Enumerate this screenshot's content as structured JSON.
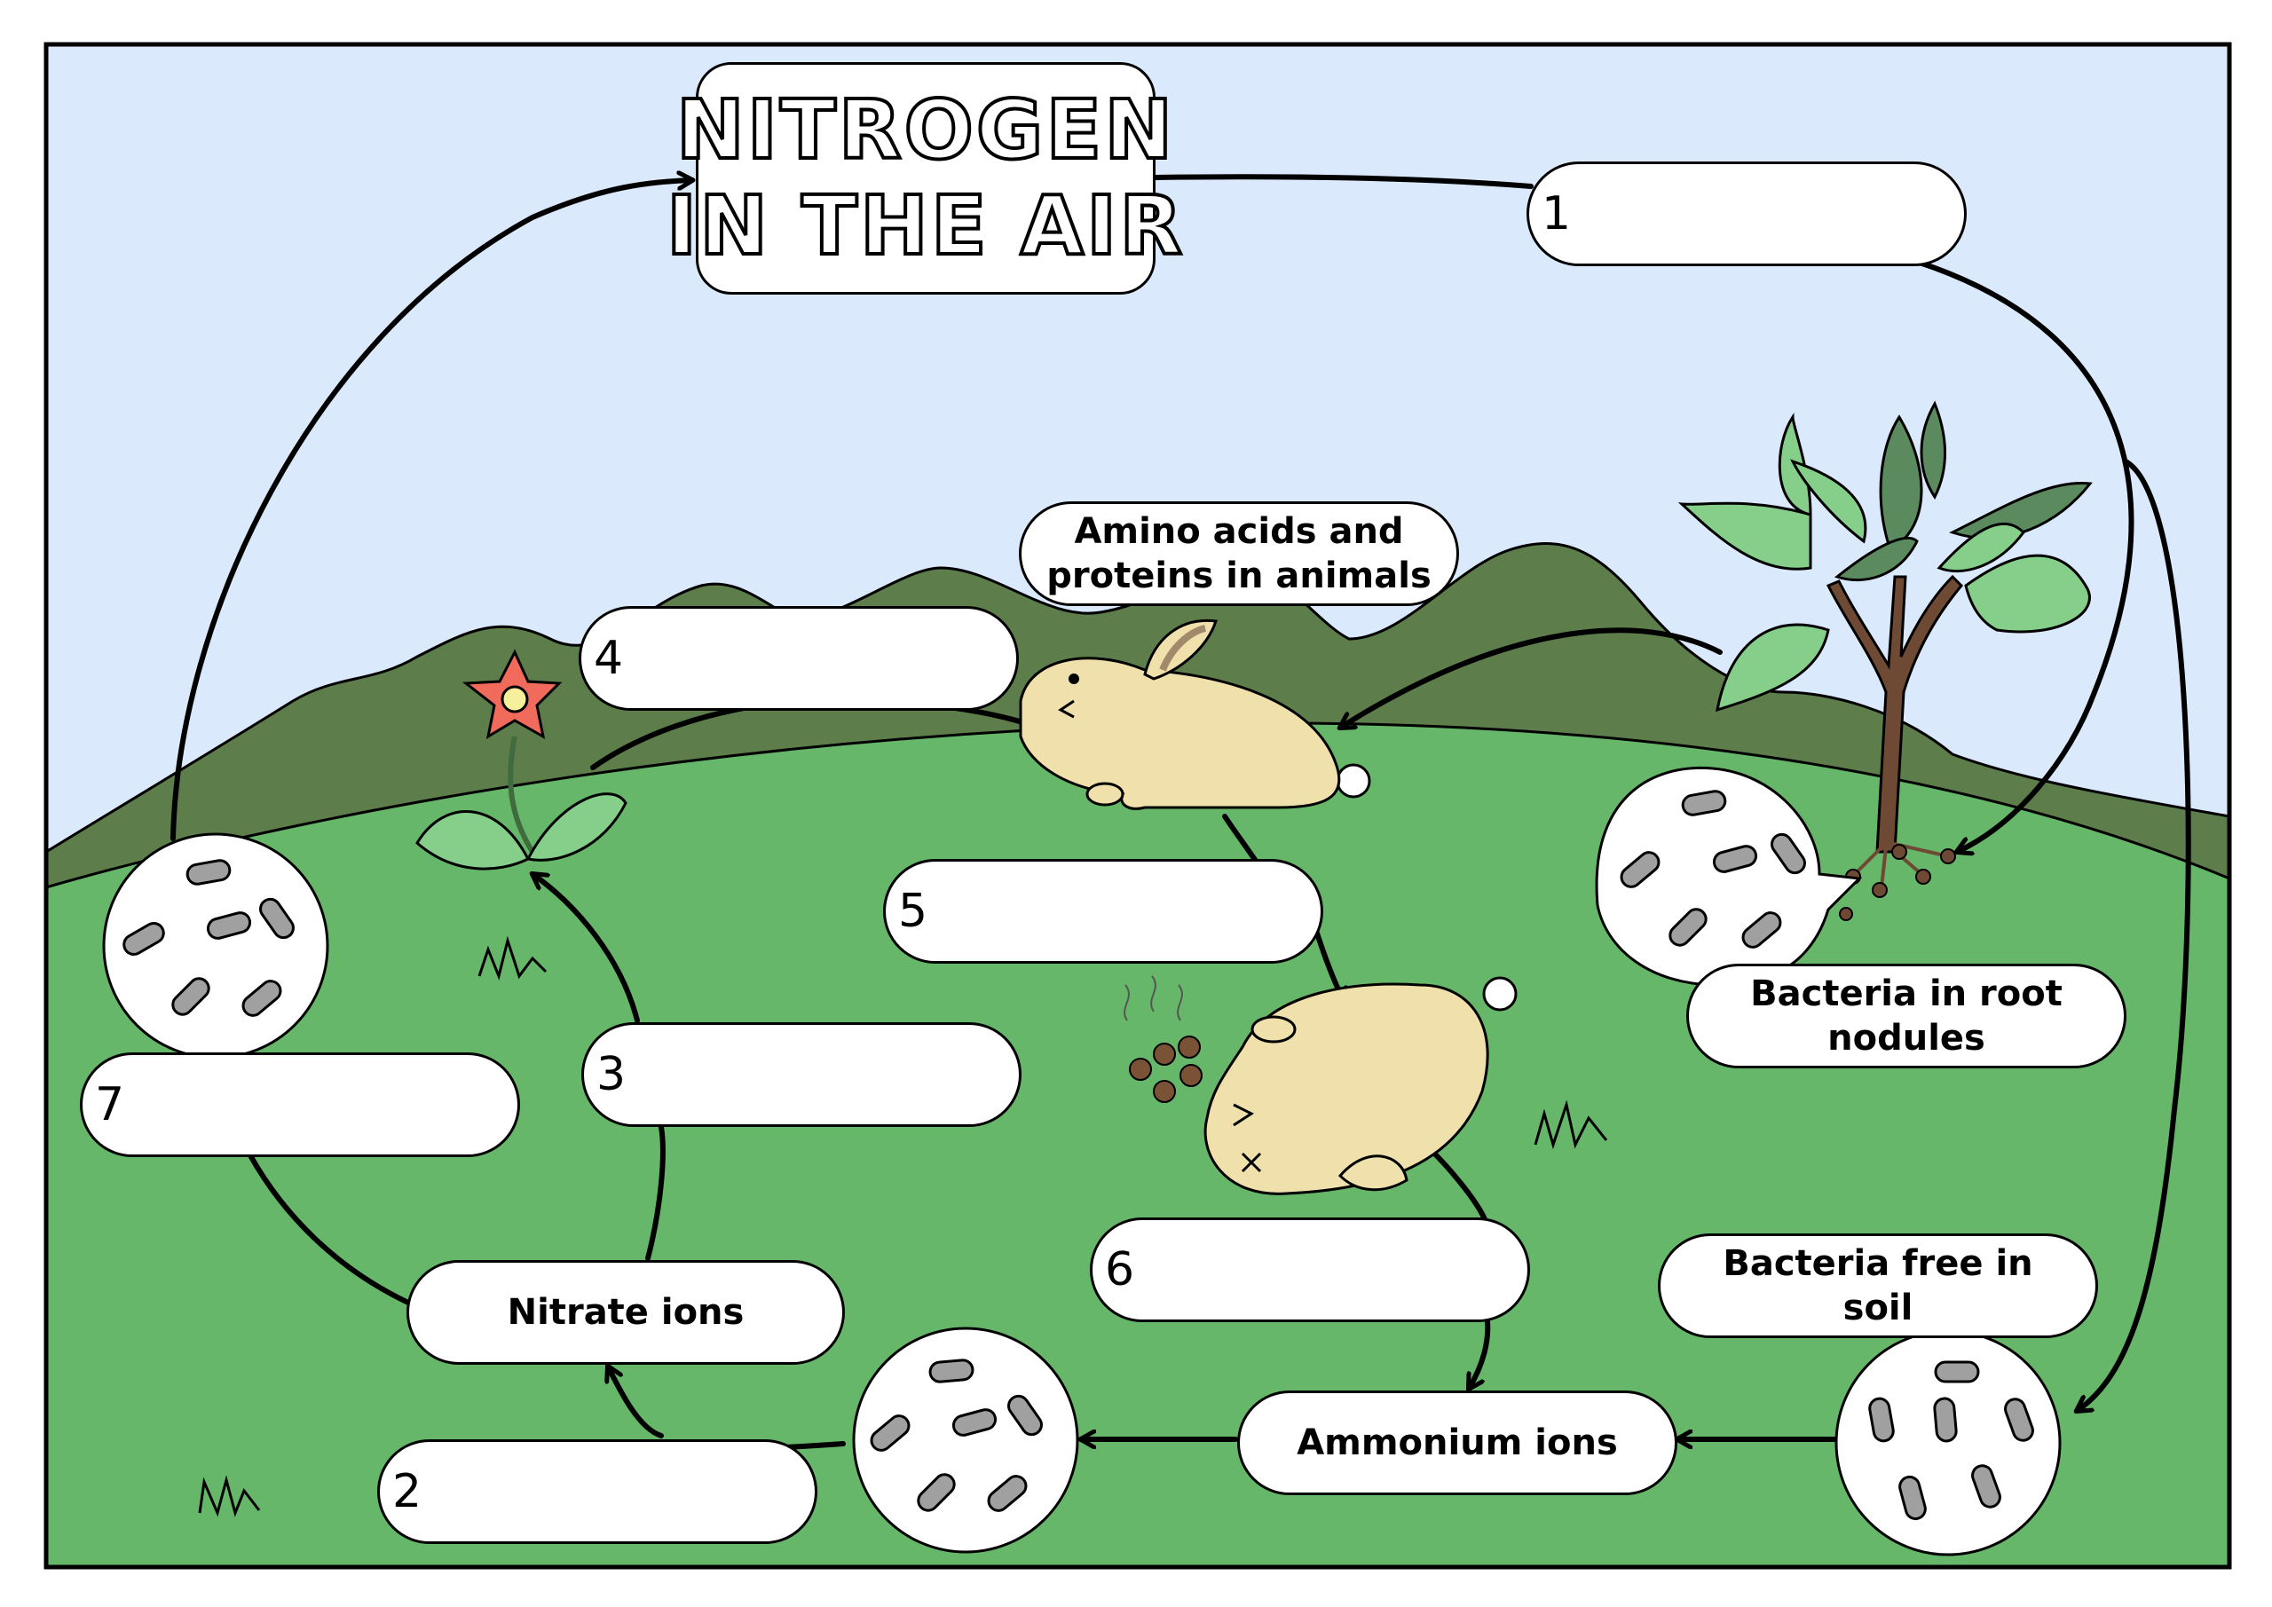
{
  "title": {
    "line1": "NITROGEN",
    "line2": "IN THE AIR"
  },
  "labels": {
    "amino": {
      "line1": "Amino acids and",
      "line2": "proteins in animals"
    },
    "root_bacteria": {
      "line1": "Bacteria in root",
      "line2": "nodules"
    },
    "soil_bacteria": {
      "line1": "Bacteria free in",
      "line2": "soil"
    },
    "nitrate": "Nitrate ions",
    "ammonium": "Ammonium ions"
  },
  "blanks": [
    "1",
    "2",
    "3",
    "4",
    "5",
    "6",
    "7"
  ],
  "colors": {
    "sky": "#dbe9fd",
    "hills": "#5d7d4b",
    "grass": "#66b76a",
    "rabbit": "#efe0ac",
    "leaf": "#86cf8b",
    "leaf_dark": "#5b8a5e",
    "flower": "#f06b5c",
    "trunk": "#6e4a34",
    "bacteria": "#a0a0a0"
  },
  "icons": [
    "rabbit-icon",
    "dead-rabbit-icon",
    "flower-icon",
    "tree-icon",
    "bacteria-icon",
    "droppings-icon",
    "grass-tuft-icon"
  ]
}
